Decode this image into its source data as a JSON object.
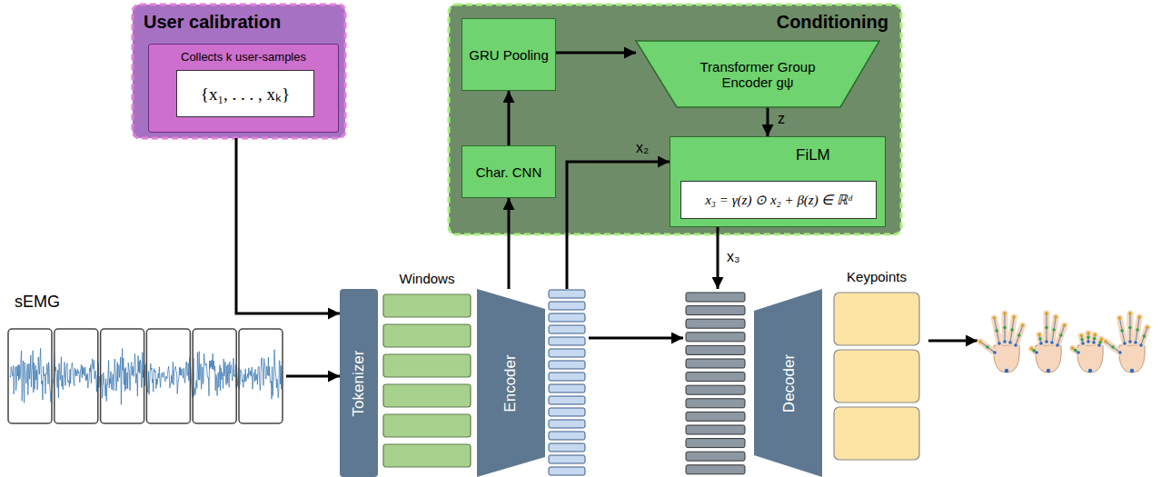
{
  "diagram": {
    "nodes": [
      {
        "text": [
          "User calibration"
        ]
      },
      {
        "text": [
          "Collects k user-samples"
        ],
        "in": 0
      },
      {
        "text": [
          "{x₁, . . . , xₖ}"
        ],
        "in": 1
      },
      {
        "text": [
          "Conditioning"
        ]
      },
      {
        "text": [
          "GRU Pooling"
        ],
        "in": 3
      },
      {
        "text": [
          "Transformer Group Encoder gψ"
        ],
        "in": 3
      },
      {
        "text": [
          "Char. CNN"
        ],
        "in": 3
      },
      {
        "text": [
          "FiLM"
        ],
        "in": 3
      },
      {
        "text": [
          "x₃ = γ(z) ⊙ x₂ + β(z) ∈ ℝᵈ"
        ],
        "in": 7
      },
      {
        "text": [
          "sEMG"
        ]
      },
      {
        "text": [
          "Tokenizer"
        ]
      },
      {
        "text": [
          "Windows"
        ]
      },
      {
        "text": [
          "Encoder"
        ]
      },
      {
        "text": [
          "Decoder"
        ]
      },
      {
        "text": [
          "Keypoints"
        ]
      }
    ],
    "edges": [
      {
        "from": 0,
        "to": 10,
        "arrow": "to"
      },
      {
        "from": 9,
        "to": 10,
        "arrow": "to"
      },
      {
        "from": 12,
        "to": 6,
        "arrow": "to"
      },
      {
        "from": 6,
        "to": 4,
        "arrow": "to"
      },
      {
        "from": 4,
        "to": 5,
        "arrow": "to"
      },
      {
        "from": 5,
        "to": 7,
        "label": "z",
        "arrow": "to"
      },
      {
        "from": 12,
        "to": 7,
        "label": "x₂",
        "arrow": "to"
      },
      {
        "from": 12,
        "to": 13,
        "arrow": "to"
      },
      {
        "from": 7,
        "to": 13,
        "label": "x₃",
        "arrow": "to"
      }
    ]
  }
}
